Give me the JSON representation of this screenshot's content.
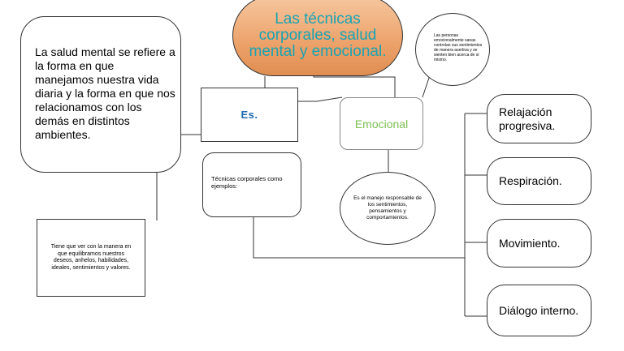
{
  "title": "Las técnicas corporales, salud mental y emocional.",
  "definition": "La salud mental se refiere a la forma en que manejamos nuestra vida diaria y la forma en que nos relacionamos con los demás en distintos ambientes.",
  "es_label": "Es.",
  "emocional_label": "Emocional",
  "emotional_people_note": "Las personas emocionalmente sanas controlan sus sentimientos de manera asertiva y se sienten bien acerca de sí mismo.",
  "emotional_management": "Es el manejo responsable de los sentimientos, pensamientos y comportamientos.",
  "techniques_intro": "Técnicas corporales como ejemplos:",
  "balance_note": "Tiene que ver con la manera en que equilibramos nuestros deseos, anhelos, habilidades, ideales, sentimientos y valores.",
  "techniques": [
    "Relajación progresiva.",
    "Respiración.",
    "Movimiento.",
    "Diálogo interno."
  ]
}
